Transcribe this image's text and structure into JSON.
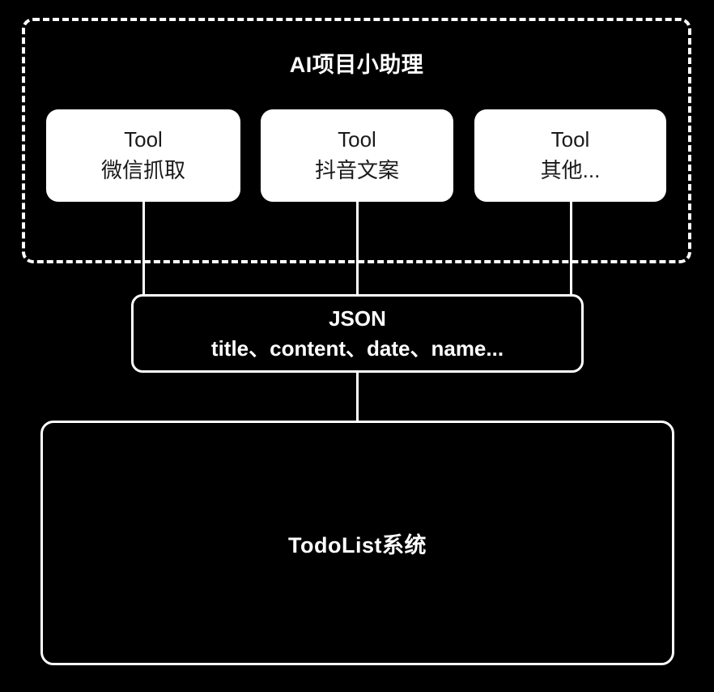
{
  "diagram": {
    "background_color": "#000000",
    "stroke_color": "#ffffff",
    "card_fill_color": "#ffffff",
    "card_text_color": "#1a1a1a",
    "group": {
      "title": "AI项目小助理",
      "border_style": "dashed",
      "tools": [
        {
          "kind": "Tool",
          "name": "微信抓取"
        },
        {
          "kind": "Tool",
          "name": "抖音文案"
        },
        {
          "kind": "Tool",
          "name": "其他..."
        }
      ]
    },
    "json_node": {
      "title": "JSON",
      "fields": "title、content、date、name..."
    },
    "system_node": {
      "label": "TodoList系统"
    }
  }
}
